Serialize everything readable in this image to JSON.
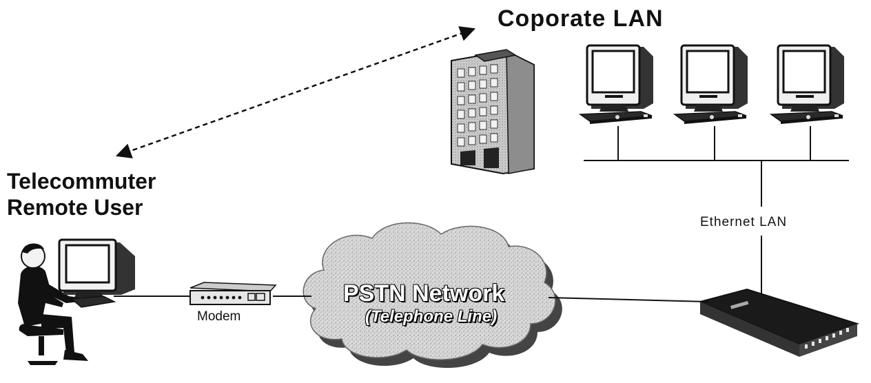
{
  "labels": {
    "corporate_lan": "Coporate LAN",
    "remote_user_line1": "Telecommuter",
    "remote_user_line2": "Remote User",
    "ethernet": "Ethernet LAN",
    "modem": "Modem",
    "cloud_line1": "PSTN Network",
    "cloud_line2": "(Telephone Line)"
  },
  "colors": {
    "ink": "#111111",
    "cloud_fill": "#d6d6d6",
    "cloud_shadow": "#555555",
    "monitor_screen": "#f4f4f4"
  }
}
